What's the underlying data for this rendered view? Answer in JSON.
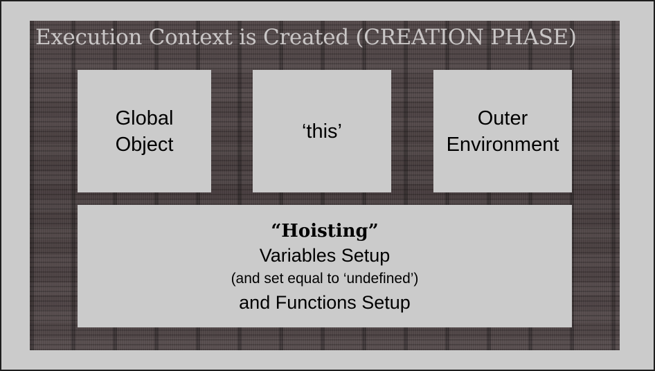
{
  "slide": {
    "title": "Execution Context is Created (CREATION PHASE)",
    "boxes": [
      {
        "lines": [
          "Global",
          "Object"
        ]
      },
      {
        "lines": [
          "‘this’"
        ]
      },
      {
        "lines": [
          "Outer",
          "Environment"
        ]
      }
    ],
    "hoisting": {
      "title": "“Hoisting”",
      "line1": "Variables Setup",
      "line2": "(and set equal to ‘undefined’)",
      "line3": "and Functions Setup"
    }
  },
  "colors": {
    "board_background": "#4b4142",
    "box_background": "#cbcbcb",
    "title_text": "#c9c6c6",
    "box_text": "#000000"
  }
}
